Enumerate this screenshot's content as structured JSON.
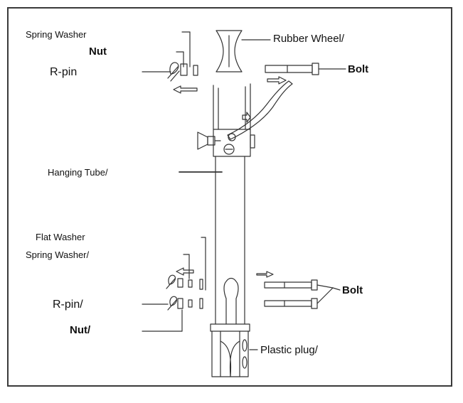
{
  "labels": {
    "spring_washer_top": "Spring Washer",
    "nut_top": "Nut",
    "r_pin_top": "R-pin",
    "rubber_wheel": "Rubber Wheel/",
    "bolt_top": "Bolt",
    "hanging_tube": "Hanging Tube/",
    "flat_washer": "Flat Washer",
    "spring_washer_bottom": "Spring Washer/",
    "r_pin_bottom": "R-pin/",
    "nut_bottom": "Nut/",
    "bolt_bottom": "Bolt",
    "plastic_plug": "Plastic plug/"
  }
}
